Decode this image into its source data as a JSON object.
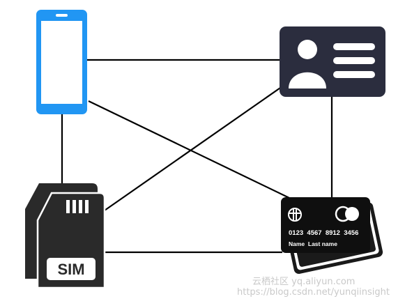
{
  "diagram": {
    "nodes": [
      {
        "id": "phone",
        "name": "smartphone-icon",
        "color": "#2196F3"
      },
      {
        "id": "id-card",
        "name": "id-card-icon",
        "color": "#2B2D3E"
      },
      {
        "id": "sim",
        "name": "sim-card-icon",
        "label": "SIM",
        "color": "#2A2A2A"
      },
      {
        "id": "bank-card",
        "name": "bank-card-icon",
        "color": "#1A1A1A",
        "number": "0123  4567  8912  3456",
        "holder": "Name  Last name"
      }
    ],
    "edges": [
      {
        "from": "phone",
        "to": "id-card"
      },
      {
        "from": "phone",
        "to": "sim"
      },
      {
        "from": "phone",
        "to": "bank-card"
      },
      {
        "from": "id-card",
        "to": "sim"
      },
      {
        "from": "id-card",
        "to": "bank-card"
      },
      {
        "from": "sim",
        "to": "bank-card"
      }
    ]
  },
  "watermark": {
    "line1": "云栖社区 yq.aliyun.com",
    "line2": "https://blog.csdn.net/yunqiinsight"
  }
}
